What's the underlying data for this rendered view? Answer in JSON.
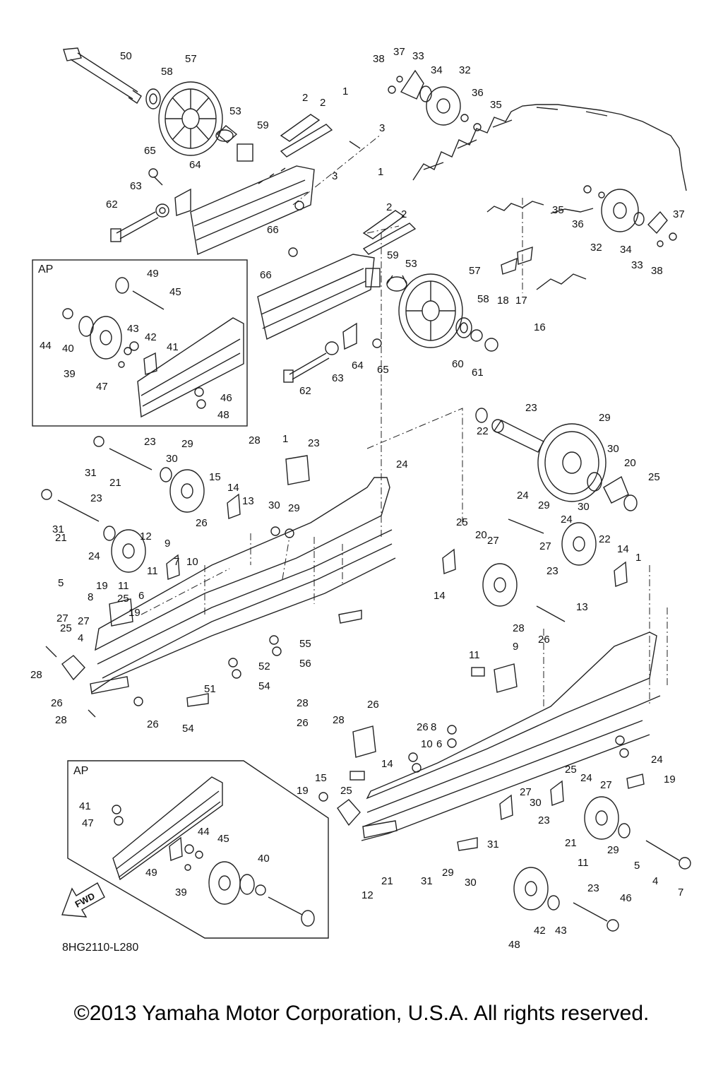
{
  "panels": {
    "upper_inset": "AP",
    "lower_inset": "AP"
  },
  "drawing_code": "8HG2110-L280",
  "fwd_mark": "FWD",
  "copyright": "©2013 Yamaha Motor Corporation, U.S.A. All rights reserved.",
  "callouts": [
    "50",
    "57",
    "58",
    "53",
    "59",
    "65",
    "64",
    "63",
    "62",
    "66",
    "2",
    "2",
    "1",
    "3",
    "38",
    "37",
    "33",
    "34",
    "32",
    "36",
    "35",
    "3",
    "1",
    "2",
    "2",
    "59",
    "53",
    "57",
    "58",
    "60",
    "61",
    "64",
    "65",
    "63",
    "62",
    "66",
    "35",
    "36",
    "32",
    "34",
    "33",
    "38",
    "37",
    "18",
    "17",
    "16",
    "49",
    "45",
    "44",
    "40",
    "39",
    "43",
    "42",
    "41",
    "47",
    "46",
    "48",
    "31",
    "21",
    "23",
    "30",
    "29",
    "23",
    "31",
    "21",
    "24",
    "25",
    "19",
    "27",
    "15",
    "14",
    "13",
    "26",
    "28",
    "1",
    "23",
    "30",
    "29",
    "24",
    "25",
    "19",
    "27",
    "12",
    "11",
    "9",
    "10",
    "7",
    "6",
    "5",
    "8",
    "11",
    "4",
    "28",
    "26",
    "28",
    "26",
    "54",
    "51",
    "55",
    "56",
    "52",
    "54",
    "22",
    "23",
    "29",
    "30",
    "20",
    "25",
    "24",
    "29",
    "30",
    "24",
    "25",
    "20",
    "27",
    "27",
    "23",
    "22",
    "14",
    "1",
    "14",
    "13",
    "28",
    "26",
    "11",
    "9",
    "28",
    "26",
    "28",
    "26",
    "26",
    "10",
    "8",
    "6",
    "14",
    "15",
    "19",
    "25",
    "24",
    "19",
    "25",
    "24",
    "27",
    "27",
    "30",
    "23",
    "21",
    "31",
    "29",
    "5",
    "4",
    "7",
    "11",
    "12",
    "21",
    "31",
    "29",
    "30",
    "23",
    "46",
    "48",
    "42",
    "43",
    "41",
    "47",
    "44",
    "45",
    "49",
    "39",
    "40"
  ]
}
